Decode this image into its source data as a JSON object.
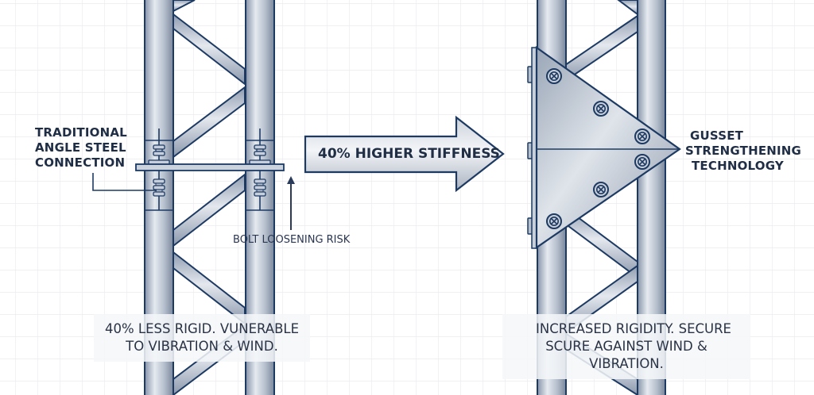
{
  "left_panel": {
    "title_lines": [
      "TRADITIONAL",
      "ANGLE STEEL",
      "CONNECTION"
    ],
    "callout": "BOLT LOOSENING RISK",
    "caption_lines": [
      "40% LESS RIGID.  VUNERABLE",
      "TO VIBRATION & WIND."
    ]
  },
  "center_arrow": {
    "label": "40% HIGHER STIFFNESS"
  },
  "right_panel": {
    "title_lines": [
      "GUSSET",
      "STRENGTHENING",
      "TECHNOLOGY"
    ],
    "caption_lines": [
      "INCREASED RIGIDITY. SECURE",
      "SCURE AGAINST WIND & VIBRATION."
    ]
  },
  "colors": {
    "outline": "#1d3a63",
    "steel_light": "#e4e8ee",
    "steel_mid": "#aab4c3",
    "steel_dark": "#7d8a9e",
    "grid": "#e6e8eb",
    "text": "#1f2d45"
  },
  "icons": {
    "bolt": "circled-x-bolt-icon",
    "arrow": "right-arrow-icon",
    "callout_arrow": "up-arrow-icon"
  }
}
